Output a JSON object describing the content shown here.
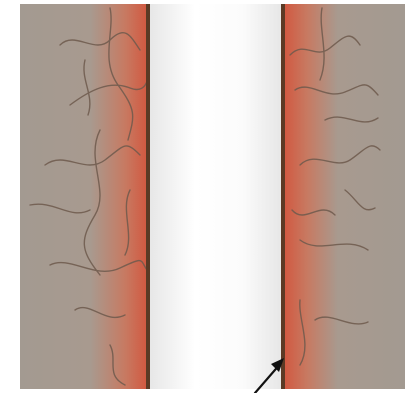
{
  "diagram": {
    "colors": {
      "background": "#ffffff",
      "tissue": "#a39a91",
      "inflammation": "#d2573f",
      "wall": "#5b3a25",
      "lumen_edge": "#e9e9e9",
      "lumen_center": "#ffffff",
      "fibers": "#6e5a4d",
      "arrow": "#111111"
    },
    "elements": [
      "left-tissue-region",
      "right-tissue-region",
      "lumen-channel",
      "left-wall",
      "right-wall",
      "arrow-pointer"
    ]
  }
}
